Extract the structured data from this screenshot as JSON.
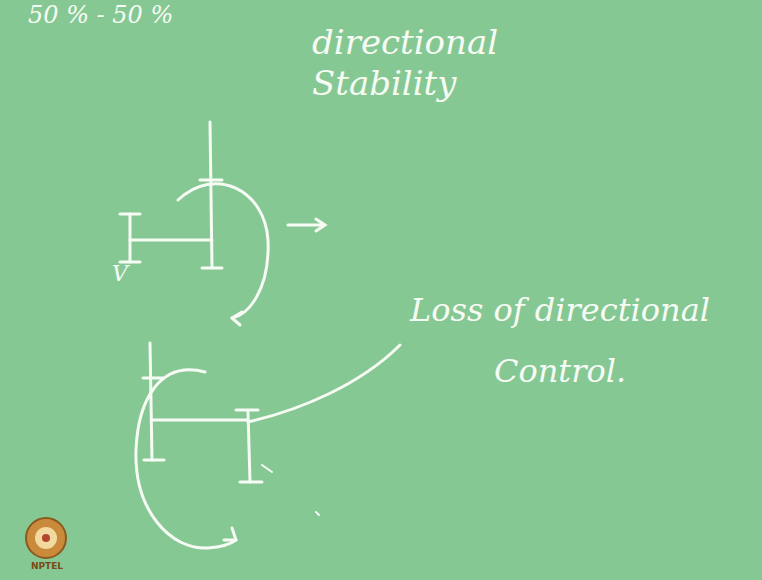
{
  "diagram": {
    "labels": [
      "50 % - 50 %",
      "directional Stability",
      "V",
      "Loss of directional Control.",
      "NPTEL"
    ]
  }
}
